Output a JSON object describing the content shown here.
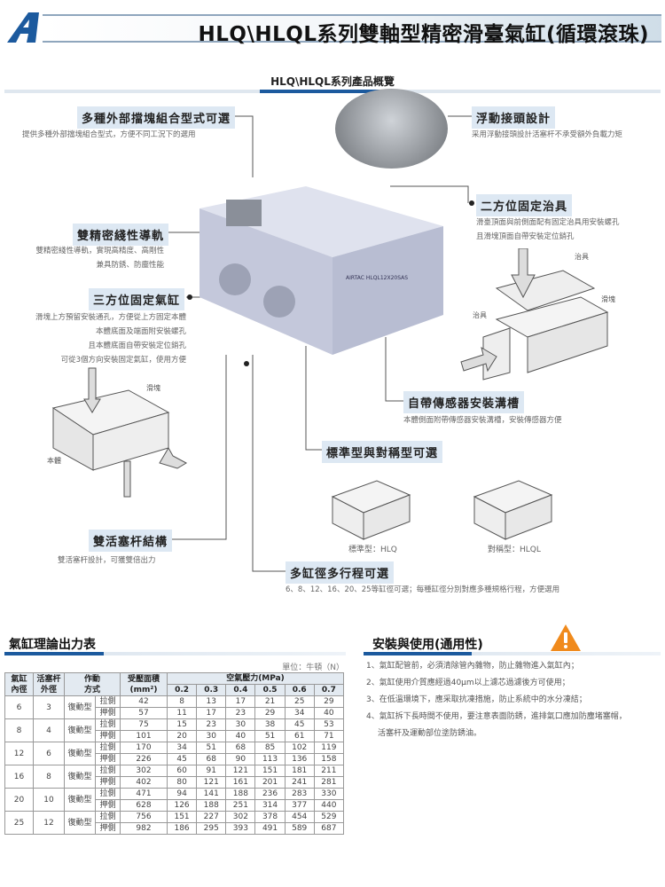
{
  "header": {
    "title": "HLQ\\HLQL系列雙軸型精密滑臺氣缸(循環滾珠)"
  },
  "overview": {
    "title": "HLQ\\HLQL系列產品概覽"
  },
  "features": {
    "stopper": {
      "tag": "多種外部擋塊組合型式可選",
      "desc": [
        "提供多種外部擋塊組合型式，方便不同工況下的選用"
      ]
    },
    "floating": {
      "tag": "浮動接頭設計",
      "desc": [
        "采用浮動接頭設計活塞杆不承受額外負載力矩"
      ]
    },
    "two_fix": {
      "tag": "二方位固定治具",
      "desc": [
        "滑臺頂面與前側面配有固定治具用安裝螺孔",
        "且滑塊頂面自帶安裝定位銷孔"
      ],
      "labels": {
        "jig_top": "治具",
        "slider": "滑塊",
        "jig_side": "治具"
      }
    },
    "rail": {
      "tag": "雙精密綫性導軌",
      "desc": [
        "雙精密綫性導軌，實現高精度、高剛性",
        "兼具防銹、防塵性能"
      ]
    },
    "three_fix": {
      "tag": "三方位固定氣缸",
      "desc": [
        "滑塊上方預留安裝通孔，方便從上方固定本體",
        "本體底面及端面附安裝螺孔",
        "且本體底面自帶安裝定位銷孔",
        "可從3個方向安裝固定氣缸，使用方便"
      ],
      "labels": {
        "slider": "滑塊",
        "body": "本體"
      }
    },
    "sensor": {
      "tag": "自帶傳感器安裝溝槽",
      "desc": [
        "本體側面附帶傳感器安裝溝槽，安裝傳感器方便"
      ]
    },
    "types": {
      "tag": "標準型與對稱型可選",
      "standard": "標準型：HLQ",
      "symmetric": "對稱型：HLQL"
    },
    "dual_rod": {
      "tag": "雙活塞杆結構",
      "desc": [
        "雙活塞杆設計，可獲雙倍出力"
      ]
    },
    "multi": {
      "tag": "多缸徑多行程可選",
      "desc": [
        "6、8、12、16、20、25等缸徑可選；每種缸徑分別對應多種規格行程，方便選用"
      ]
    },
    "product_label": "AIRTAC  HLQL12X20SAS"
  },
  "force_table": {
    "title": "氣缸理論出力表",
    "unit": "單位：牛頓（N）",
    "headers": {
      "bore": [
        "氣缸",
        "內徑"
      ],
      "rod": [
        "活塞杆",
        "外徑"
      ],
      "action": [
        "作動",
        "方式"
      ],
      "area": [
        "受壓面積",
        "(mm²)"
      ],
      "pressure": "空氣壓力(MPa)",
      "pressures": [
        "0.2",
        "0.3",
        "0.4",
        "0.5",
        "0.6",
        "0.7"
      ]
    },
    "rows": [
      {
        "bore": "6",
        "rod": "3",
        "type": "復動型",
        "pull": {
          "label": "拉側",
          "area": "42",
          "f": [
            "8",
            "13",
            "17",
            "21",
            "25",
            "29"
          ]
        },
        "push": {
          "label": "押側",
          "area": "57",
          "f": [
            "11",
            "17",
            "23",
            "29",
            "34",
            "40"
          ]
        }
      },
      {
        "bore": "8",
        "rod": "4",
        "type": "復動型",
        "pull": {
          "label": "拉側",
          "area": "75",
          "f": [
            "15",
            "23",
            "30",
            "38",
            "45",
            "53"
          ]
        },
        "push": {
          "label": "押側",
          "area": "101",
          "f": [
            "20",
            "30",
            "40",
            "51",
            "61",
            "71"
          ]
        }
      },
      {
        "bore": "12",
        "rod": "6",
        "type": "復動型",
        "pull": {
          "label": "拉側",
          "area": "170",
          "f": [
            "34",
            "51",
            "68",
            "85",
            "102",
            "119"
          ]
        },
        "push": {
          "label": "押側",
          "area": "226",
          "f": [
            "45",
            "68",
            "90",
            "113",
            "136",
            "158"
          ]
        }
      },
      {
        "bore": "16",
        "rod": "8",
        "type": "復動型",
        "pull": {
          "label": "拉側",
          "area": "302",
          "f": [
            "60",
            "91",
            "121",
            "151",
            "181",
            "211"
          ]
        },
        "push": {
          "label": "押側",
          "area": "402",
          "f": [
            "80",
            "121",
            "161",
            "201",
            "241",
            "281"
          ]
        }
      },
      {
        "bore": "20",
        "rod": "10",
        "type": "復動型",
        "pull": {
          "label": "拉側",
          "area": "471",
          "f": [
            "94",
            "141",
            "188",
            "236",
            "283",
            "330"
          ]
        },
        "push": {
          "label": "押側",
          "area": "628",
          "f": [
            "126",
            "188",
            "251",
            "314",
            "377",
            "440"
          ]
        }
      },
      {
        "bore": "25",
        "rod": "12",
        "type": "復動型",
        "pull": {
          "label": "拉側",
          "area": "756",
          "f": [
            "151",
            "227",
            "302",
            "378",
            "454",
            "529"
          ]
        },
        "push": {
          "label": "押側",
          "area": "982",
          "f": [
            "186",
            "295",
            "393",
            "491",
            "589",
            "687"
          ]
        }
      }
    ]
  },
  "install": {
    "title": "安裝與使用(通用性)",
    "items": [
      "1、氣缸配管前，必須清除管內雜物，防止雜物進入氣缸內；",
      "2、氣缸使用介質應經過40μm以上濾芯過濾後方可使用；",
      "3、在低溫環境下，應采取抗凍措施，防止系統中的水分凍結；",
      "4、氣缸拆下長時間不使用，要注意表面防銹，進排氣口應加防塵堵塞帽，",
      "活塞杆及運動部位塗防銹油。"
    ]
  },
  "colors": {
    "brand": "#1c5a9e",
    "warning": "#f08a1c"
  }
}
